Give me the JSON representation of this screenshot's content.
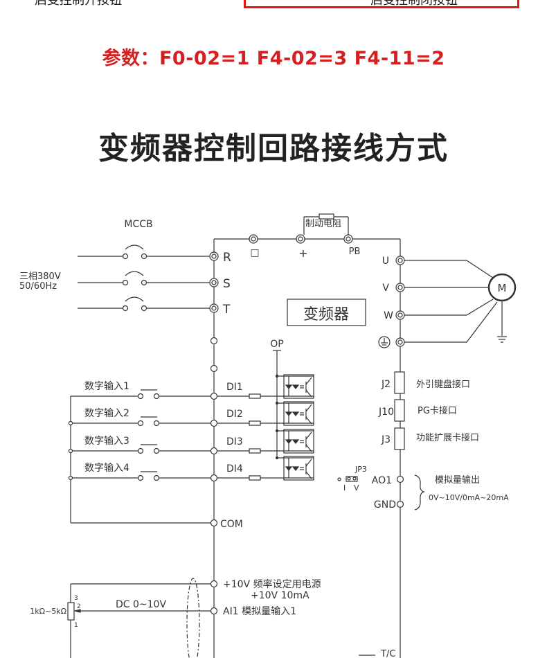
{
  "header": {
    "left_cut_caption": "启变控制开按钮",
    "right_cut_caption": "启变控制闭按钮",
    "params_line": "参数：F0-02=1  F4-02=3  F4-11=2",
    "title": "变频器控制回路接线方式"
  },
  "colors": {
    "accent_red": "#d42020",
    "box_red": "#ee1111",
    "line": "#333333"
  },
  "diagram": {
    "breaker_label": "MCCB",
    "supply_line1": "三相380V",
    "supply_line2": "50/60Hz",
    "power_terminals": [
      "R",
      "S",
      "T"
    ],
    "dc_terminals": [
      "□",
      "+",
      "PB"
    ],
    "brake_resistor": "制动电阻",
    "inverter_label": "变频器",
    "output_terminals": [
      "U",
      "V",
      "W"
    ],
    "motor_label": "M",
    "op_label": "OP",
    "digital_inputs": [
      {
        "label": "数字输入1",
        "terminal": "DI1"
      },
      {
        "label": "数字输入2",
        "terminal": "DI2"
      },
      {
        "label": "数字输入3",
        "terminal": "DI3"
      },
      {
        "label": "数字输入4",
        "terminal": "DI4"
      }
    ],
    "com_label": "COM",
    "connectors": [
      {
        "id": "J2",
        "desc": "外引键盘接口"
      },
      {
        "id": "J10",
        "desc": "PG卡接口"
      },
      {
        "id": "J3",
        "desc": "功能扩展卡接口"
      }
    ],
    "jumper_label": "JP3",
    "jumper_i": "I",
    "jumper_v": "V",
    "ao1_label": "AO1",
    "gnd_label": "GND",
    "analog_out_title": "模拟量输出",
    "analog_out_range": "0V~10V/0mA~20mA",
    "ref_supply_line1": "+10V 频率设定用电源",
    "ref_supply_line2": "+10V 10mA",
    "ai1_label": "AI1 模拟量输入1",
    "dc_range": "DC 0~10V",
    "pot_value": "1kΩ~5kΩ",
    "pot_pins": [
      "3",
      "2",
      "1"
    ],
    "tc_label": "T/C"
  }
}
